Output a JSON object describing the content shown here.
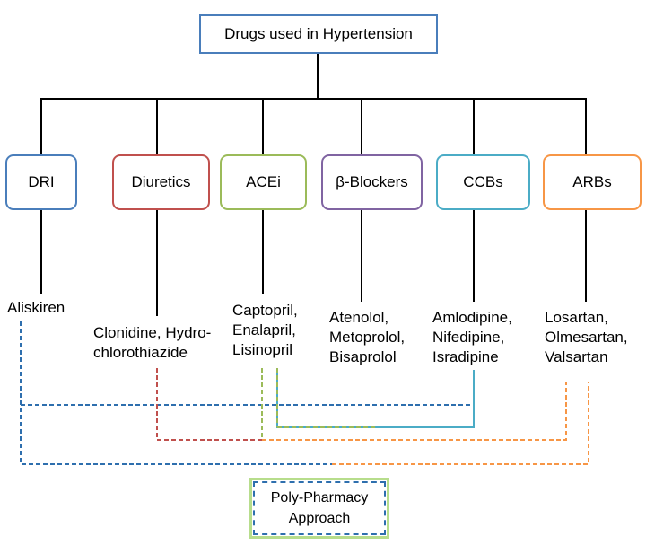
{
  "root": {
    "label": "Drugs used in Hypertension",
    "color": "#4a7ebb"
  },
  "classes": [
    {
      "id": "dri",
      "label": "DRI",
      "color": "#4a7ebb",
      "drugs": [
        "Aliskiren"
      ]
    },
    {
      "id": "diuretics",
      "label": "Diuretics",
      "color": "#c0504d",
      "drugs": [
        "Clonidine, Hydro-",
        "chlorothiazide"
      ]
    },
    {
      "id": "acei",
      "label": "ACEi",
      "color": "#9bbb59",
      "drugs": [
        "Captopril,",
        "Enalapril,",
        "Lisinopril"
      ]
    },
    {
      "id": "beta-blockers",
      "label": "β-Blockers",
      "color": "#8064a2",
      "drugs": [
        "Atenolol,",
        "Metoprolol,",
        "Bisaprolol"
      ]
    },
    {
      "id": "ccbs",
      "label": "CCBs",
      "color": "#4bacc6",
      "drugs": [
        "Amlodipine,",
        "Nifedipine,",
        "Isradipine"
      ]
    },
    {
      "id": "arbs",
      "label": "ARBs",
      "color": "#f79646",
      "drugs": [
        "Losartan,",
        "Olmesartan,",
        "Valsartan"
      ]
    }
  ],
  "poly": {
    "line1": "Poly-Pharmacy",
    "line2": "Approach",
    "border_color": "#b7dd8c",
    "dash_color": "#2e6fae"
  },
  "combo_colors": {
    "blue": "#2e6fae",
    "red": "#c0504d",
    "green": "#9bbb59",
    "orange": "#f79646",
    "cyan": "#4bacc6"
  }
}
